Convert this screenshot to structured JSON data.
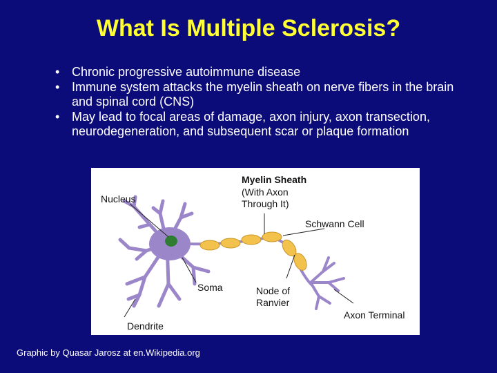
{
  "slide": {
    "title": "What Is Multiple Sclerosis?",
    "bullet_glyph": "•",
    "bullets": [
      "Chronic progressive autoimmune disease",
      "Immune system attacks the myelin sheath on nerve fibers in the brain and spinal cord (CNS)",
      "May lead to focal areas of damage, axon injury, axon transection, neurodegeneration, and subsequent scar or plaque formation"
    ],
    "figure": {
      "labels": {
        "myelin_title": "Myelin Sheath",
        "myelin_sub": "(With Axon\nThrough It)",
        "nucleus": "Nucleus",
        "schwann": "Schwann Cell",
        "soma": "Soma",
        "node": "Node of\nRanvier",
        "dendrite": "Dendrite",
        "axon_terminal": "Axon Terminal"
      }
    },
    "credit": "Graphic by Quasar Jarosz at en.Wikipedia.org",
    "colors": {
      "background": "#0b0b7a",
      "title": "#ffff33",
      "neuron": "#9b86c9",
      "myelin": "#f2c24c",
      "nucleus": "#2e7d32"
    }
  }
}
